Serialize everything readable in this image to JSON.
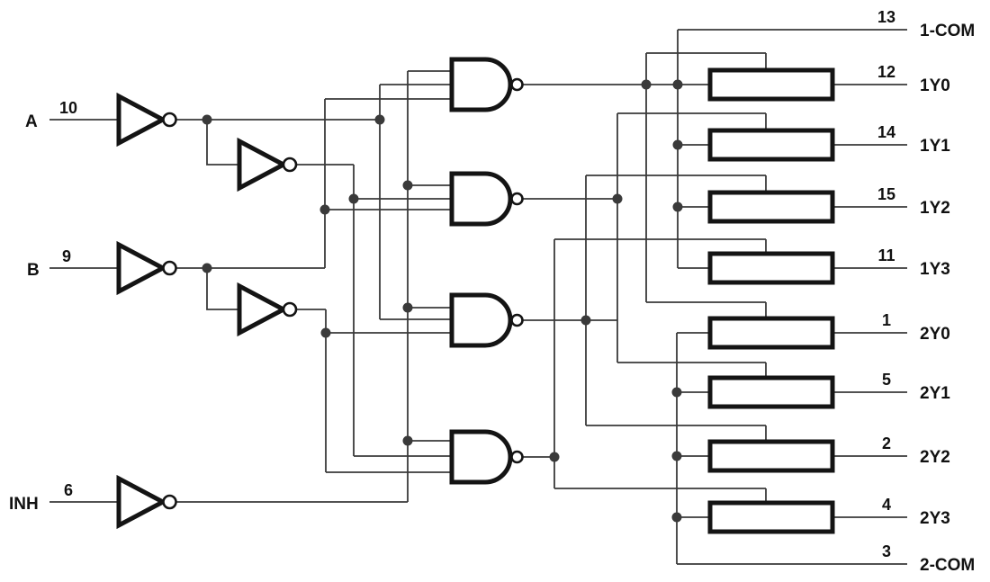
{
  "diagram": {
    "type": "logic-schematic",
    "description": "Dual 4-channel analog multiplexer/demultiplexer functional diagram",
    "colors": {
      "wire": "#3a3a3a",
      "component": "#141414",
      "text": "#111111",
      "background": "#ffffff"
    },
    "inputs": [
      {
        "label": "A",
        "pin": "10"
      },
      {
        "label": "B",
        "pin": "9"
      },
      {
        "label": "INH",
        "pin": "6"
      }
    ],
    "outputs": [
      {
        "pin": "13",
        "label": "1-COM"
      },
      {
        "pin": "12",
        "label": "1Y0"
      },
      {
        "pin": "14",
        "label": "1Y1"
      },
      {
        "pin": "15",
        "label": "1Y2"
      },
      {
        "pin": "11",
        "label": "1Y3"
      },
      {
        "pin": "1",
        "label": "2Y0"
      },
      {
        "pin": "5",
        "label": "2Y1"
      },
      {
        "pin": "2",
        "label": "2Y2"
      },
      {
        "pin": "4",
        "label": "2Y3"
      },
      {
        "pin": "3",
        "label": "2-COM"
      }
    ],
    "components": {
      "inverters": 5,
      "nand_gates": 4,
      "transmission_gates": 8
    }
  }
}
